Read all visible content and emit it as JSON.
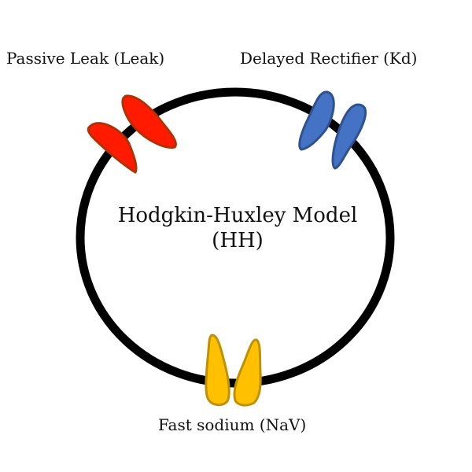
{
  "diagram": {
    "title_line1": "Hodgkin-Huxley Model",
    "title_line2": "(HH)",
    "membrane_color": "#000000",
    "channels": [
      {
        "id": "leak",
        "label": "Passive Leak (Leak)",
        "fill": "#ff1a00",
        "stroke": "#b33000",
        "icon": "ion-channel-icon"
      },
      {
        "id": "kd",
        "label": "Delayed Rectifier (Kd)",
        "fill": "#4472c4",
        "stroke": "#2f528f",
        "icon": "ion-channel-icon"
      },
      {
        "id": "nav",
        "label": "Fast sodium (NaV)",
        "fill": "#ffc000",
        "stroke": "#bf9000",
        "icon": "ion-channel-icon"
      }
    ]
  }
}
